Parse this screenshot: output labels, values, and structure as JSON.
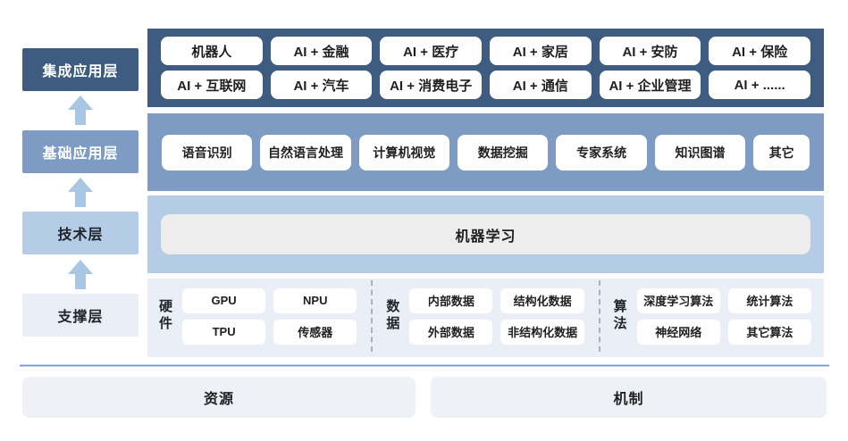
{
  "layers": {
    "integrated": "集成应用层",
    "basic": "基础应用层",
    "technology": "技术层",
    "support": "支撑层"
  },
  "integrated_row1": [
    "机器人",
    "AI + 金融",
    "AI + 医疗",
    "AI + 家居",
    "AI + 安防",
    "AI + 保险"
  ],
  "integrated_row2": [
    "AI + 互联网",
    "AI + 汽车",
    "AI + 消费电子",
    "AI + 通信",
    "AI + 企业管理",
    "AI + ......"
  ],
  "basic_items": [
    "语音识别",
    "自然语言处理",
    "计算机视觉",
    "数据挖掘",
    "专家系统",
    "知识图谱",
    "其它"
  ],
  "technology_item": "机器学习",
  "support_groups": {
    "hardware": {
      "label": "硬件",
      "items": [
        "GPU",
        "NPU",
        "TPU",
        "传感器"
      ]
    },
    "data": {
      "label": "数据",
      "items": [
        "内部数据",
        "结构化数据",
        "外部数据",
        "非结构化数据"
      ]
    },
    "algorithm": {
      "label": "算法",
      "items": [
        "深度学习算法",
        "统计算法",
        "神经网络",
        "其它算法"
      ]
    }
  },
  "bottom": {
    "resource": "资源",
    "mechanism": "机制"
  },
  "colors": {
    "integrated_band": "#3e5c80",
    "basic_band": "#7e9cc3",
    "technology_band": "#b4cce6",
    "support_band": "#e9eef7",
    "arrow": "#a9c6e4",
    "pill_bg": "#ffffff",
    "ml_box_bg": "#ededee",
    "bottom_box_bg": "#eef1f7",
    "separator_line": "#6e96cb"
  }
}
